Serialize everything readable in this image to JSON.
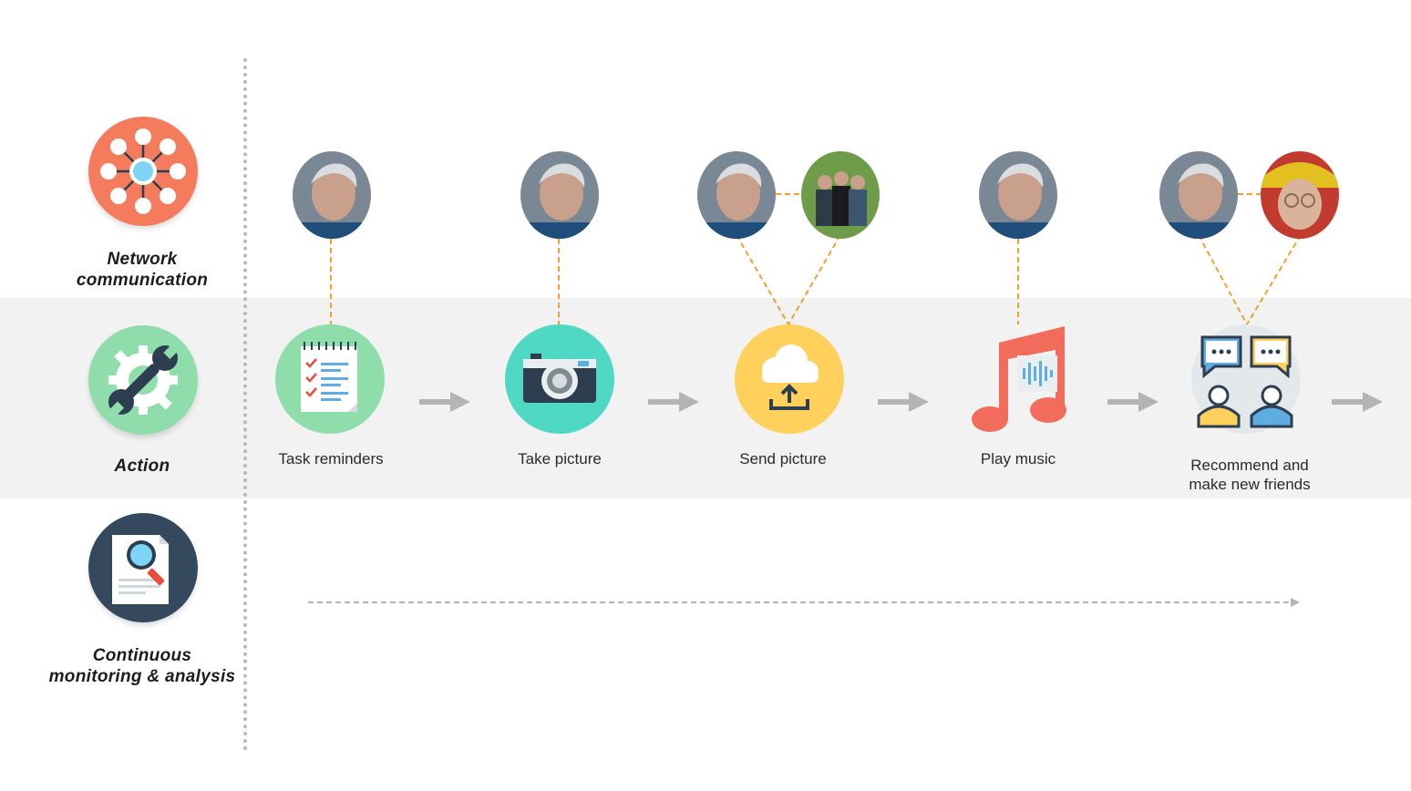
{
  "rows": [
    {
      "label_line1": "Network",
      "label_line2": "communication",
      "icon": "network-icon",
      "color": "#f47c5d"
    },
    {
      "label": "Action",
      "icon": "wrench-gear-icon",
      "color": "#8fddaa"
    },
    {
      "label_line1": "Continuous",
      "label_line2": "monitoring & analysis",
      "icon": "document-search-icon",
      "color": "#34495e"
    }
  ],
  "steps": [
    {
      "label": "Task reminders",
      "icon": "checklist-icon",
      "color": "#8fddaa"
    },
    {
      "label": "Take picture",
      "icon": "camera-icon",
      "color": "#4fd8c4"
    },
    {
      "label": "Send picture",
      "icon": "cloud-upload-icon",
      "color": "#ffd05b"
    },
    {
      "label": "Play music",
      "icon": "music-note-icon",
      "color": "#f26b5b"
    },
    {
      "label_line1": "Recommend and",
      "label_line2": "make new friends",
      "icon": "chat-friends-icon",
      "color": "#e3e8eb"
    }
  ],
  "colors": {
    "band": "#f2f2f2",
    "connector": "#f0a030",
    "arrow": "#b4b4b4",
    "divider": "#b8b8b8"
  }
}
